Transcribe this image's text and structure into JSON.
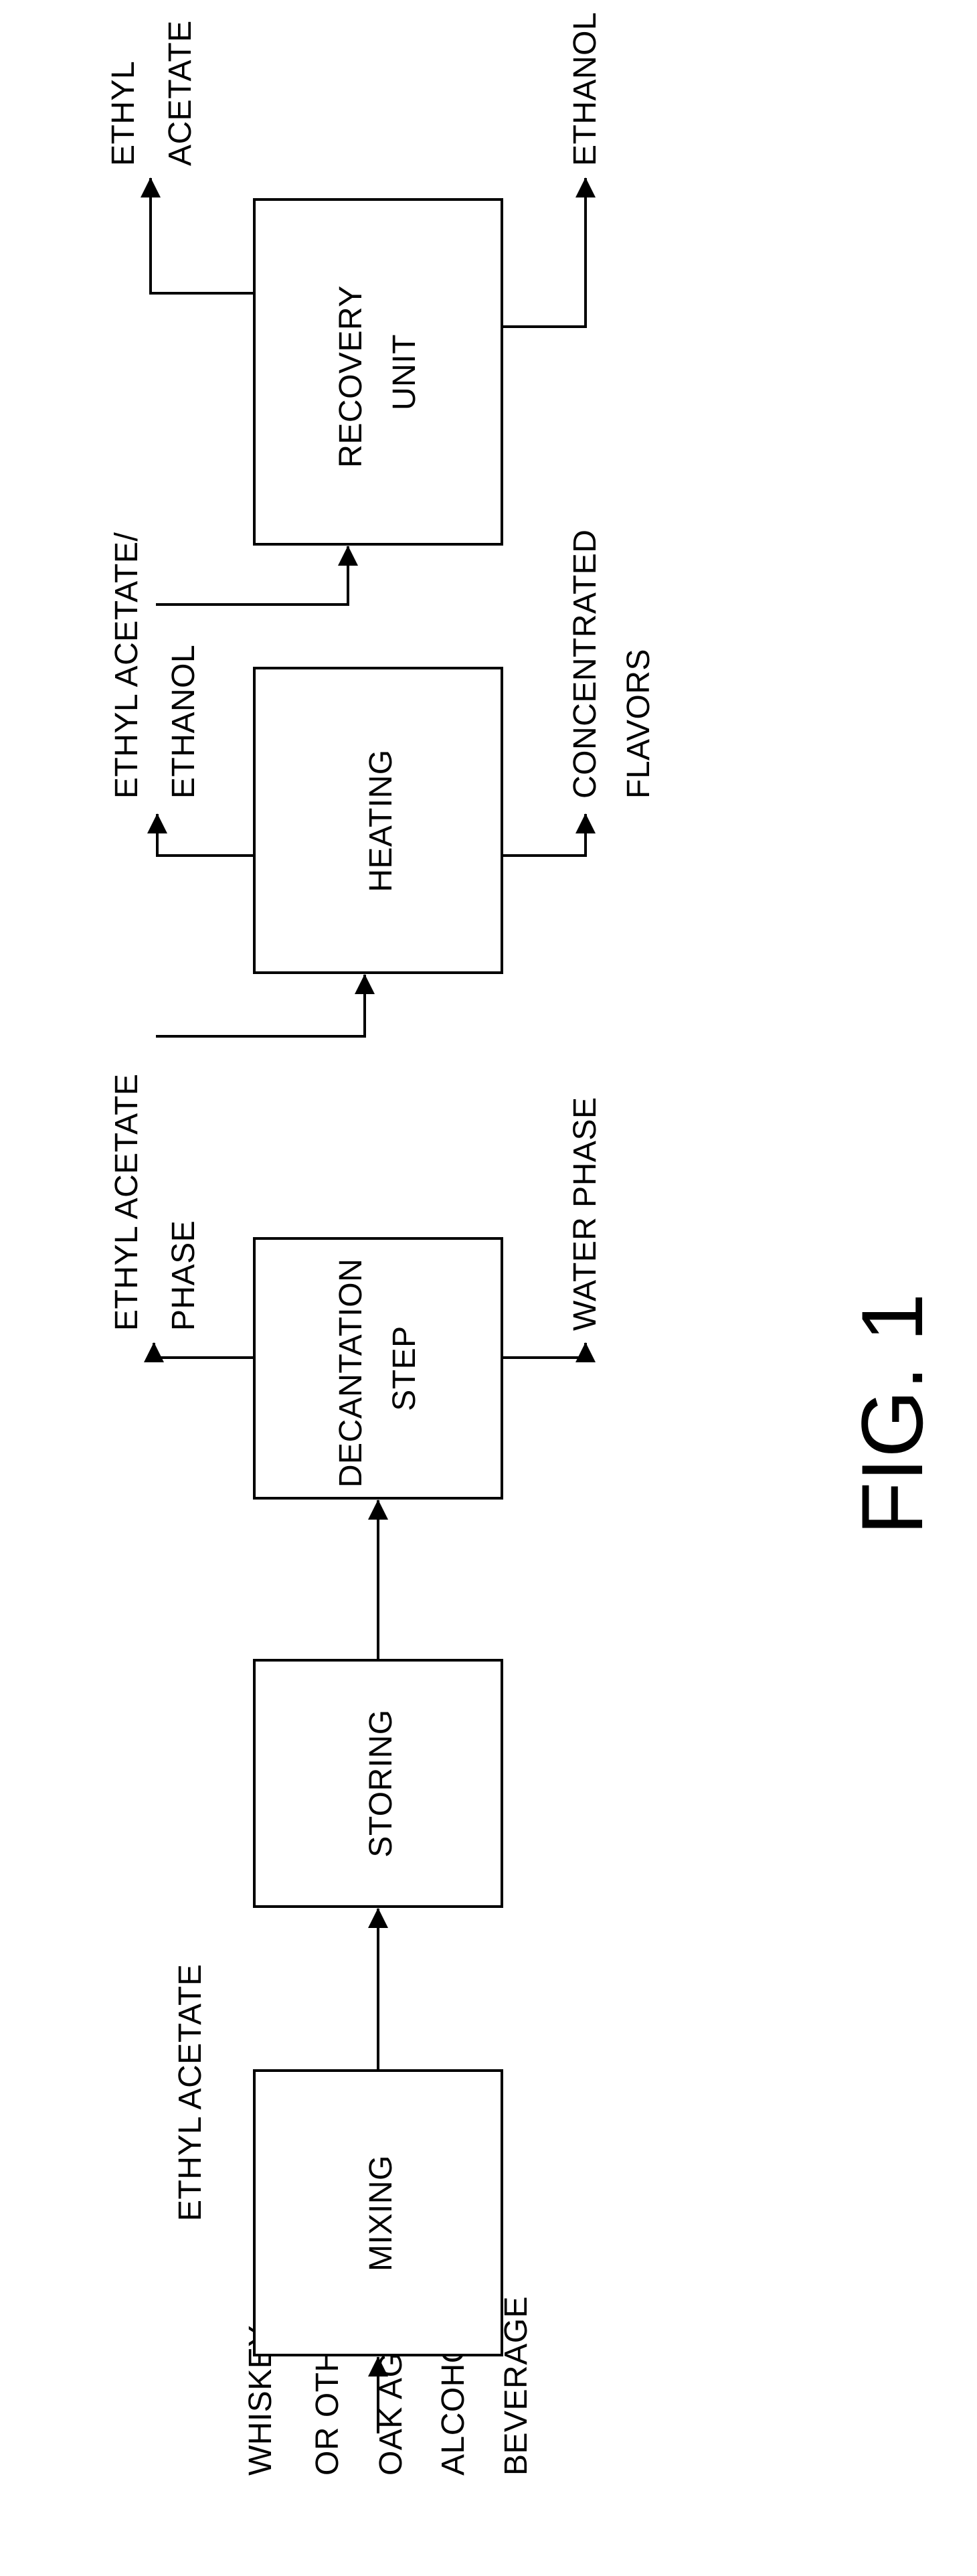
{
  "figure_label": "FIG. 1",
  "input": {
    "lines": [
      "WHISKEY",
      "OR OTHER",
      "OAK AGED",
      "ALCOHOLIC",
      "BEVERAGE"
    ]
  },
  "additive": {
    "lines": [
      "ETHYL ACETATE"
    ]
  },
  "boxes": {
    "mixing": {
      "lines": [
        "MIXING"
      ]
    },
    "storing": {
      "lines": [
        "STORING"
      ]
    },
    "decantation": {
      "lines": [
        "DECANTATION",
        "STEP"
      ]
    },
    "heating": {
      "lines": [
        "HEATING"
      ]
    },
    "recovery": {
      "lines": [
        "RECOVERY",
        "UNIT"
      ]
    }
  },
  "streams": {
    "decant_top": {
      "lines": [
        "ETHYL ACETATE",
        "PHASE"
      ]
    },
    "decant_bottom": {
      "lines": [
        "WATER PHASE"
      ]
    },
    "heat_top": {
      "lines": [
        "ETHYL ACETATE/",
        "ETHANOL"
      ]
    },
    "heat_bottom": {
      "lines": [
        "CONCENTRATED",
        "FLAVORS"
      ]
    },
    "recovery_top": {
      "lines": [
        "ETHYL",
        "ACETATE"
      ]
    },
    "recovery_bottom": {
      "lines": [
        "ETHANOL"
      ]
    }
  }
}
